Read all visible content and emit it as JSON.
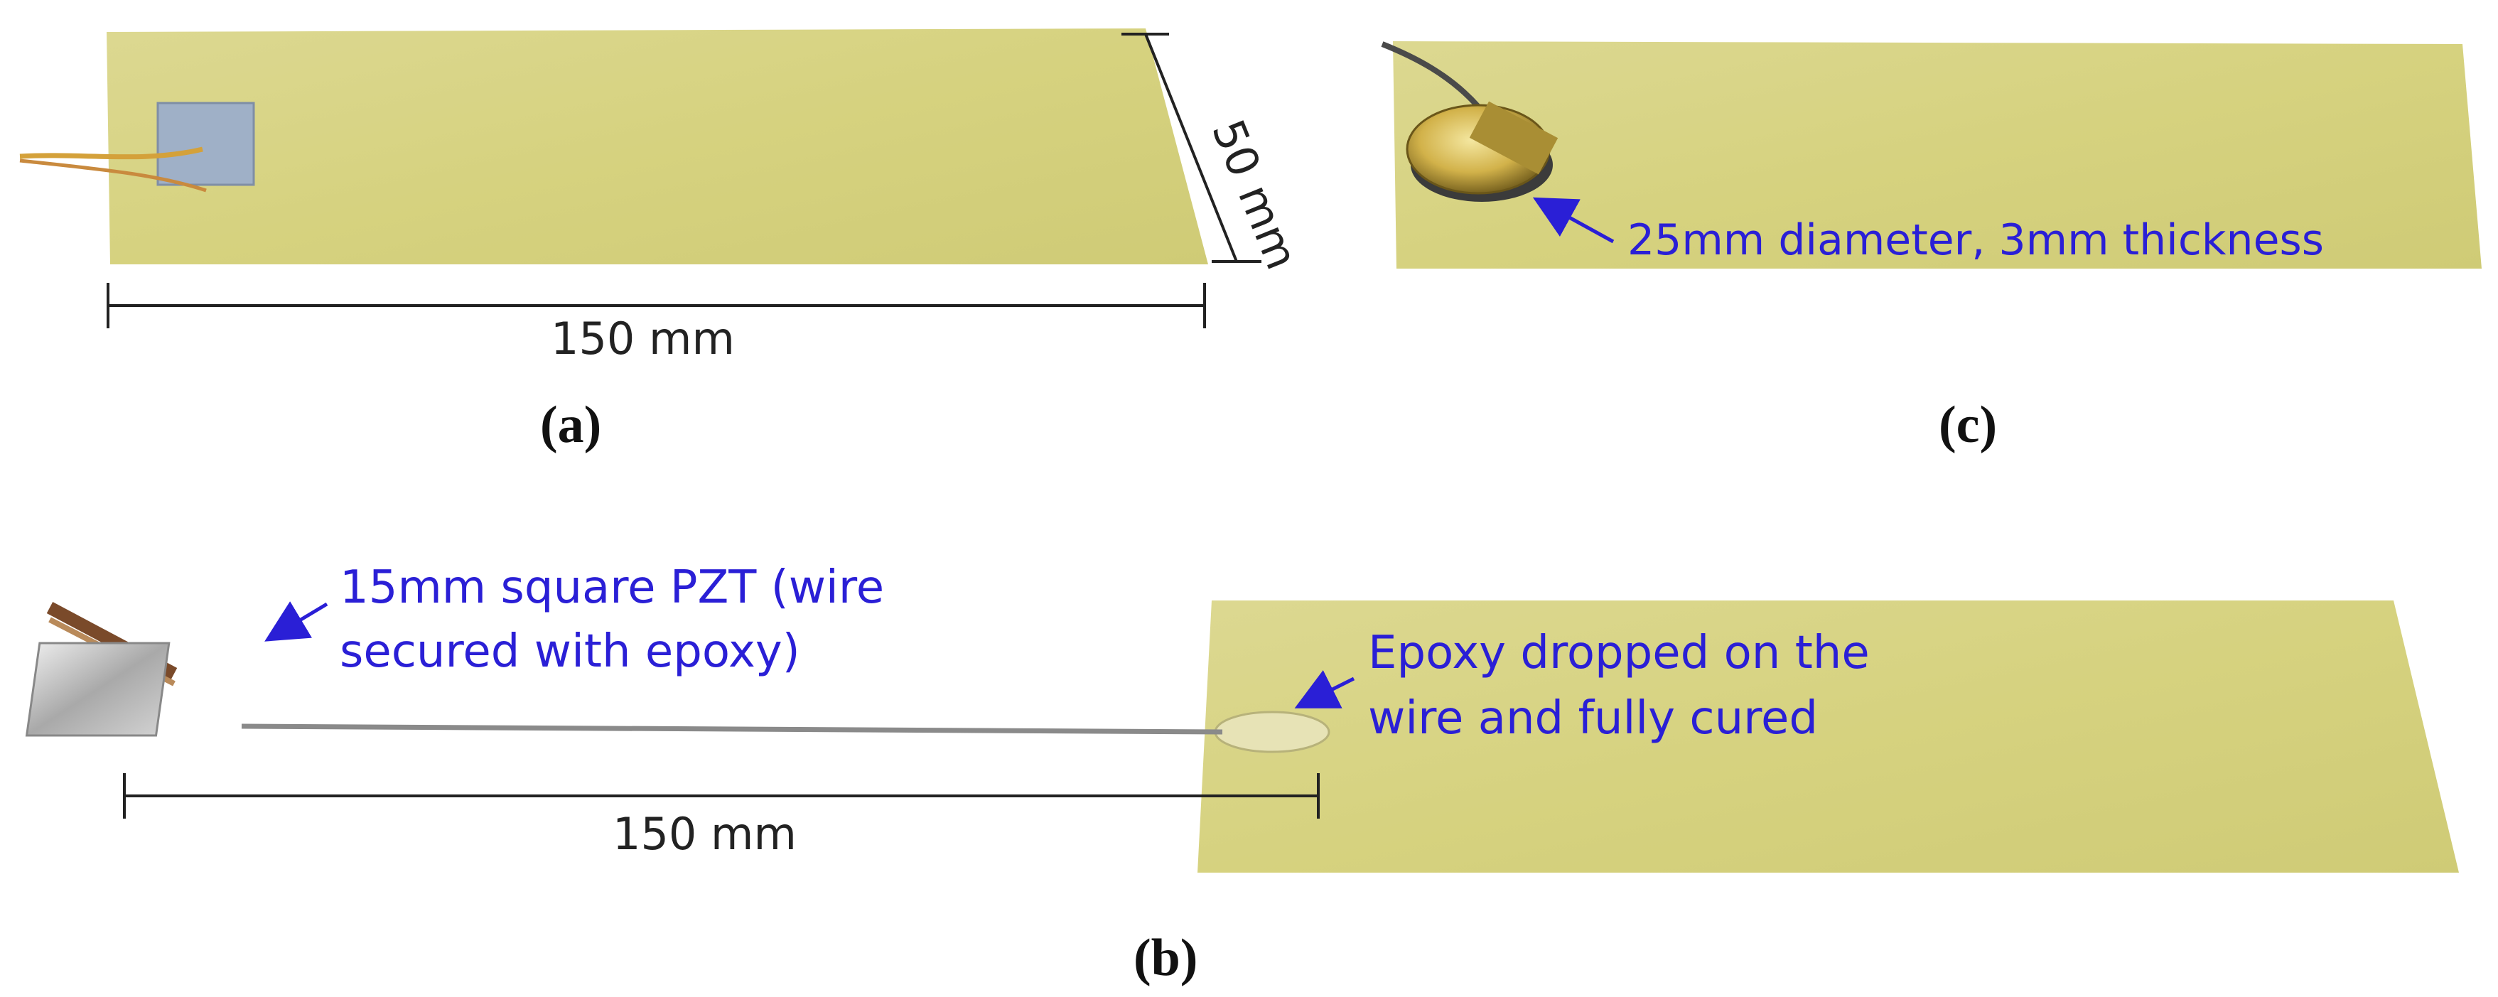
{
  "panel_a": {
    "caption": "(a)",
    "length_label": "150 mm",
    "width_label": "50 mm"
  },
  "panel_b": {
    "caption": "(b)",
    "length_label": "150 mm",
    "pzt_label_line1": "15mm square PZT (wire",
    "pzt_label_line2": "secured with epoxy)",
    "epoxy_label_line1": "Epoxy dropped on the",
    "epoxy_label_line2": "wire and fully cured"
  },
  "panel_c": {
    "caption": "(c)",
    "disc_label": "25mm diameter, 3mm thickness"
  },
  "colors": {
    "specimen": "#d8d487",
    "annotation_text": "#2a1fd6",
    "dimension_line": "#222222"
  }
}
